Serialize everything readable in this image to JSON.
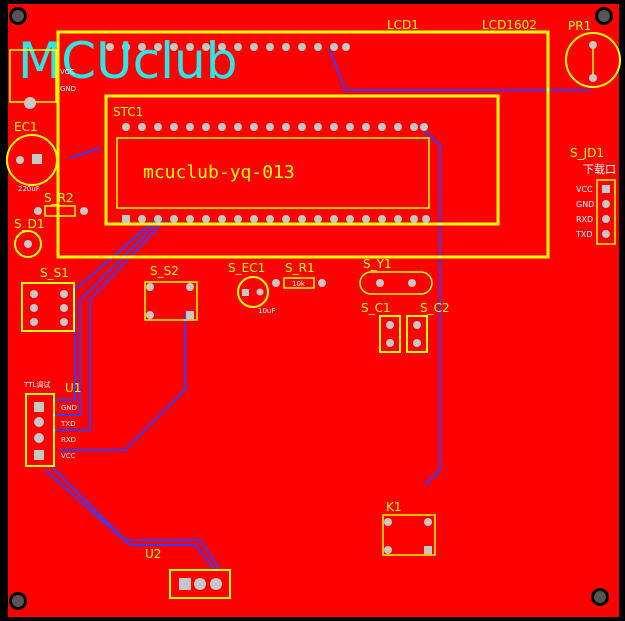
{
  "board": {
    "logo": "MCUclub",
    "chip_marking": "mcuclub-yq-013"
  },
  "components": {
    "lcd1": "LCD1",
    "lcd1602": "LCD1602",
    "stc1": "STC1",
    "pr1": "PR1",
    "ec1": "EC1",
    "ec1_value": "220uF",
    "s_r2": "S_R2",
    "s_d1": "S_D1",
    "s_s1": "S_S1",
    "s_s2": "S_S2",
    "s_ec1": "S_EC1",
    "s_ec1_value": "10uF",
    "s_r1": "S_R1",
    "s_r1_value": "10k",
    "s_y1": "S_Y1",
    "s_c1": "S_C1",
    "s_c2": "S_C2",
    "s_jd1": "S_JD1",
    "s_jd1_sub": "下载口",
    "u1": "U1",
    "u1_sub": "TTL调试",
    "u2": "U2",
    "k1": "K1"
  },
  "pins": {
    "s_jd1": [
      "VCC",
      "GND",
      "RXD",
      "TXD"
    ],
    "u1": [
      "GND",
      "TXD",
      "RXD",
      "VCC"
    ],
    "top_left": [
      "VCC",
      "GND"
    ]
  },
  "colors": {
    "board": "#ff0000",
    "silkscreen": "#ffff00",
    "trace": "#3a3aff",
    "pad": "#c8c8c8",
    "logo": "#2ee6e6"
  }
}
